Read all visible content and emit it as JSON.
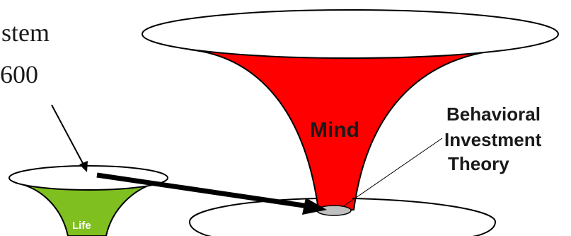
{
  "top_left_text": {
    "line1": "stem",
    "line2": "600"
  },
  "funnels": {
    "mind_label": "Mind",
    "life_label": "Life"
  },
  "side_label": {
    "line1": "Behavioral",
    "line2": "Investment",
    "line3": "Theory"
  },
  "colors": {
    "mind_fill": "#ff0000",
    "life_fill": "#7fbf1f",
    "outline": "#000000",
    "base_gray": "#c0c0c0"
  }
}
